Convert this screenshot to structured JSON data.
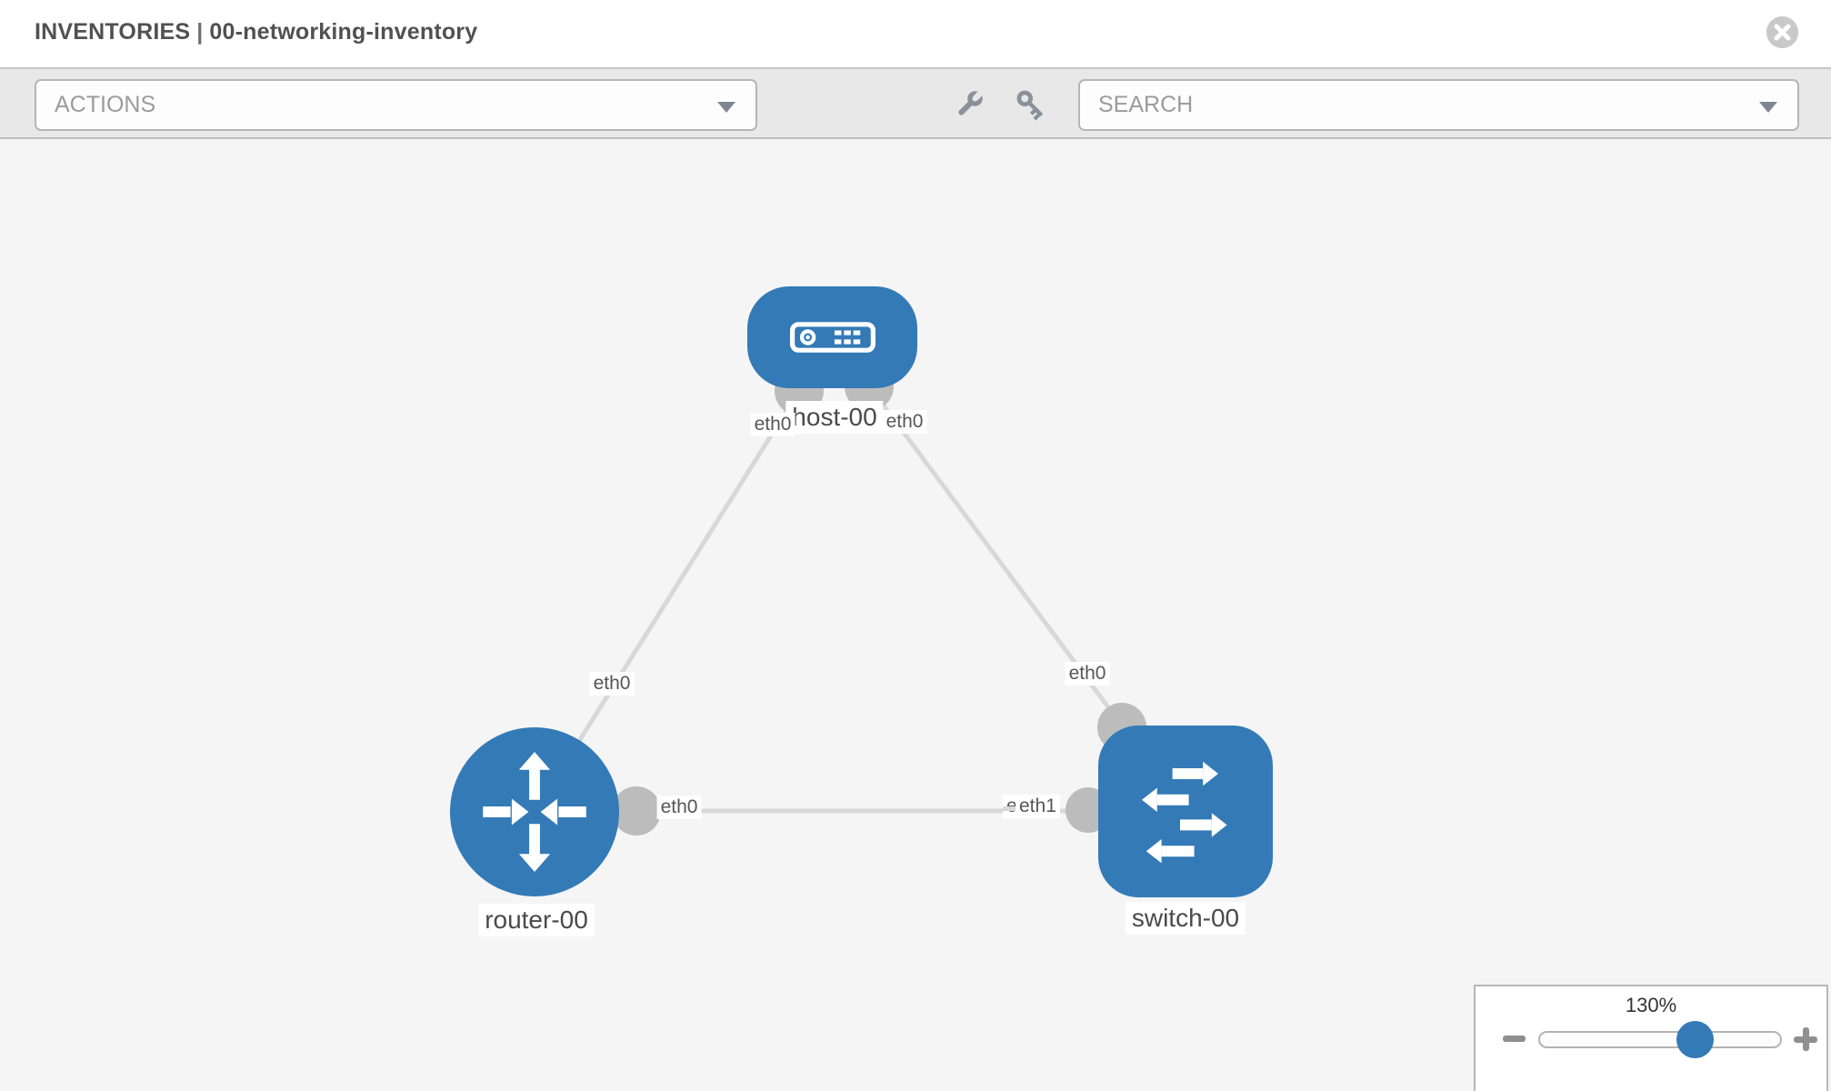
{
  "header": {
    "breadcrumb_root": "INVENTORIES",
    "separator": "|",
    "inventory_name": "00-networking-inventory",
    "close_icon": "x-circle"
  },
  "toolbar": {
    "actions_placeholder": "ACTIONS",
    "search_placeholder": "SEARCH",
    "icons": [
      "wrench-icon",
      "key-icon"
    ]
  },
  "topology": {
    "nodes": [
      {
        "label": "host-00",
        "type": "host"
      },
      {
        "label": "router-00",
        "type": "router"
      },
      {
        "label": "switch-00",
        "type": "switch"
      }
    ],
    "links": [
      {
        "from": "host-00",
        "to": "router-00",
        "from_label": "eth0",
        "to_label": "eth0"
      },
      {
        "from": "host-00",
        "to": "switch-00",
        "from_label": "eth0",
        "to_label": "eth0"
      },
      {
        "from": "router-00",
        "to": "switch-00",
        "from_label": "eth0",
        "to_label": "eth1",
        "to_label_behind": "eth0"
      }
    ]
  },
  "zoom_control": {
    "value": "130%",
    "minus_label": "−",
    "plus_label": "+"
  },
  "colors": {
    "node_blue": "#337ab7",
    "link_gray": "#d8d8d8",
    "endpoint_gray": "#bcbcbc",
    "toolbar_gray": "#e8e8e8",
    "canvas_gray": "#f5f5f5"
  }
}
